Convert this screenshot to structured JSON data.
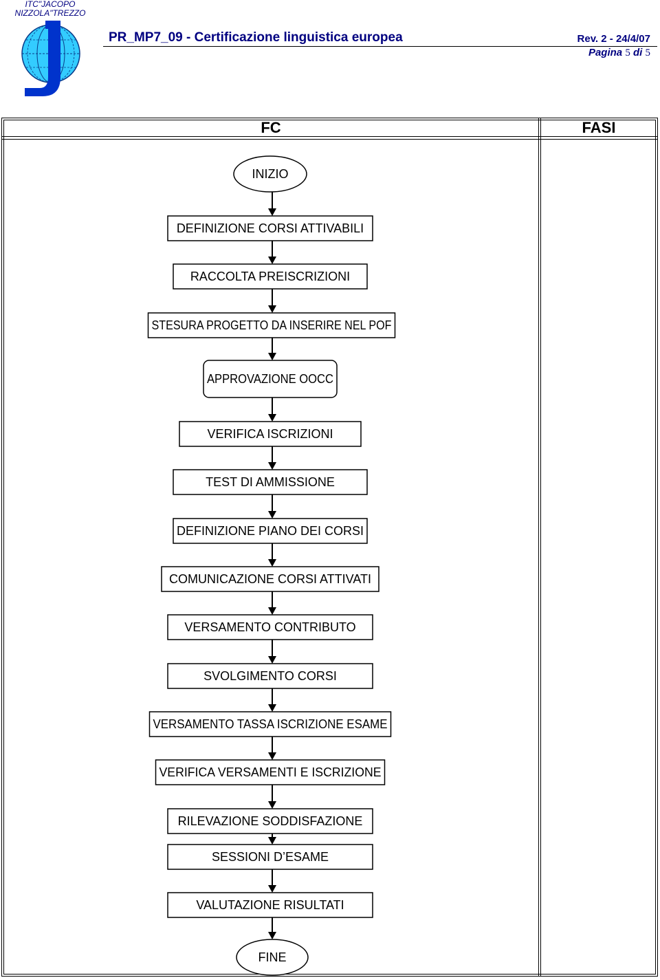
{
  "header": {
    "logo_line1": "ITC\"JACOPO",
    "logo_line2": "NIZZOLA\"TREZZO",
    "doc_title": "PR_MP7_09 - Certificazione linguistica europea",
    "revision": "Rev. 2 - 24/4/07",
    "page_word": "Pagina",
    "page_number": "5",
    "page_of": "di",
    "page_total": "5"
  },
  "table": {
    "col_fc": "FC",
    "col_fasi": "FASI"
  },
  "flowchart": {
    "nodes": [
      {
        "label": "INIZIO",
        "shape": "ellipse"
      },
      {
        "label": "DEFINIZIONE CORSI ATTIVABILI",
        "shape": "rect"
      },
      {
        "label": "RACCOLTA PREISCRIZIONI",
        "shape": "rect"
      },
      {
        "label": "STESURA PROGETTO DA INSERIRE NEL POF",
        "shape": "rect"
      },
      {
        "label": "APPROVAZIONE OOCC",
        "shape": "rounded"
      },
      {
        "label": "VERIFICA ISCRIZIONI",
        "shape": "rect"
      },
      {
        "label": "TEST DI AMMISSIONE",
        "shape": "rect"
      },
      {
        "label": "DEFINIZIONE PIANO DEI CORSI",
        "shape": "rect"
      },
      {
        "label": "COMUNICAZIONE CORSI ATTIVATI",
        "shape": "rect"
      },
      {
        "label": "VERSAMENTO CONTRIBUTO",
        "shape": "rect"
      },
      {
        "label": "SVOLGIMENTO CORSI",
        "shape": "rect"
      },
      {
        "label": "VERSAMENTO TASSA ISCRIZIONE ESAME",
        "shape": "rect"
      },
      {
        "label": "VERIFICA VERSAMENTI  E ISCRIZIONE",
        "shape": "rect"
      },
      {
        "label": "RILEVAZIONE SODDISFAZIONE",
        "shape": "rect"
      },
      {
        "label": "SESSIONI D’ESAME",
        "shape": "rect"
      },
      {
        "label": "VALUTAZIONE RISULTATI",
        "shape": "rect"
      },
      {
        "label": "FINE",
        "shape": "ellipse"
      }
    ]
  },
  "colors": {
    "header_text": "#000080",
    "logo_globe": "#33ccff",
    "logo_letter": "#0033cc",
    "line": "#000000"
  }
}
